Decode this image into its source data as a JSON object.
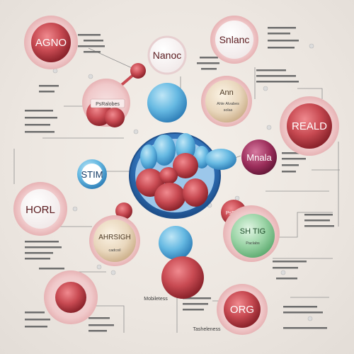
{
  "nodes": {
    "agno": "AGNO",
    "nanoc": "Nanoc",
    "snlanc": "Snlanc",
    "psralobes": "PsRalobes",
    "ann_title": "Ann",
    "ann_line1": "Ahle Alvabes",
    "ann_line2": "solas",
    "reald": "REALD",
    "stim": "STIM",
    "mnala": "Mnala",
    "horl": "HORL",
    "ahrsigh": "AHRSIGH",
    "ahrsigh_sub": "cadcoil",
    "sh_rig": "SH TIG",
    "sh_rig_sub": "Paclabs",
    "psrgs": "PsRGs",
    "org": "ORG"
  },
  "captions": {
    "mobiletess": "Mobiletess",
    "bottom_center": "Tasheleness"
  },
  "colors": {
    "red": "#c84a52",
    "blue": "#4b9ad6",
    "teal": "#56b0c4",
    "green": "#7fc691",
    "purple": "#9b2d5a",
    "tan": "#e9d7bd",
    "dark_blue": "#2f6fb5"
  }
}
